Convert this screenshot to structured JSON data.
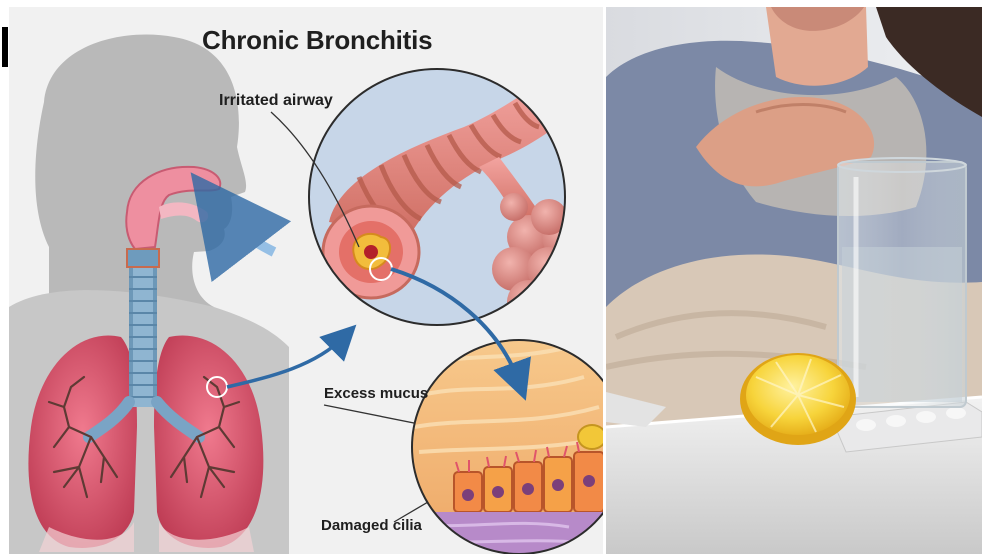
{
  "diagram": {
    "title": "Chronic Bronchitis",
    "labels": {
      "irritated_airway": "Irritated airway",
      "excess_mucus": "Excess mucus",
      "damaged_cilia": "Damaged cilia"
    }
  },
  "colors": {
    "lung": "#d94a63",
    "trachea": "#6d98b8",
    "arrow": "#2f6aa5",
    "mucus": "#f2b66b"
  }
}
